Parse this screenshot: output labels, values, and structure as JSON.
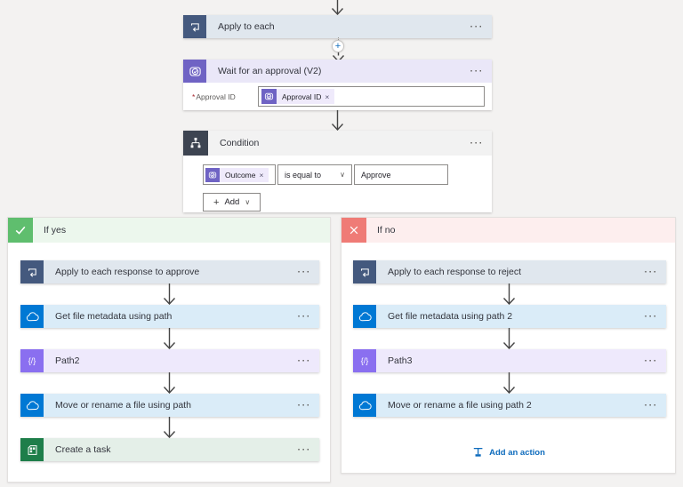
{
  "ui": {
    "ellipsis": "···",
    "plus": "+",
    "chevron": "∨",
    "close": "×",
    "required": "*"
  },
  "flow": {
    "apply_to_each": {
      "title": "Apply to each"
    },
    "wait_for_approval": {
      "title": "Wait for an approval (V2)",
      "field_label": "Approval ID",
      "token": "Approval ID"
    },
    "condition": {
      "title": "Condition",
      "operand_token": "Outcome",
      "operator": "is equal to",
      "value": "Approve",
      "add_label": "Add"
    }
  },
  "branch_yes": {
    "label": "If yes",
    "actions": [
      {
        "title": "Apply to each response to approve",
        "type": "control"
      },
      {
        "title": "Get file metadata using path",
        "type": "onedrive"
      },
      {
        "title": "Path2",
        "type": "compose"
      },
      {
        "title": "Move or rename a file using path",
        "type": "onedrive"
      },
      {
        "title": "Create a task",
        "type": "planner"
      }
    ]
  },
  "branch_no": {
    "label": "If no",
    "actions": [
      {
        "title": "Apply to each response to reject",
        "type": "control"
      },
      {
        "title": "Get file metadata using path 2",
        "type": "onedrive"
      },
      {
        "title": "Path3",
        "type": "compose"
      },
      {
        "title": "Move or rename a file using path 2",
        "type": "onedrive"
      }
    ],
    "add_action": "Add an action"
  },
  "icons": {
    "compose_glyph": "{/}"
  },
  "colors": {
    "canvas_bg": "#f3f2f1",
    "control_icon": "#44597e",
    "control_header": "#e0e7ee",
    "approvals_icon": "#6f63c4",
    "approvals_header": "#eae7f8",
    "condition_icon": "#3d4451",
    "condition_header": "#f2f2f2",
    "onedrive_icon": "#0078d4",
    "onedrive_header": "#daecf8",
    "compose_icon": "#8a6ff0",
    "compose_header": "#eee9fc",
    "planner_icon": "#1e7e4a",
    "planner_header": "#e4efe8",
    "if_yes_icon": "#5fbe6e",
    "if_yes_header": "#ecf7ed",
    "if_no_icon": "#ef7b76",
    "if_no_header": "#fdeeee",
    "token_bg": "#efeafb",
    "link_blue": "#0f6cbd",
    "arrow": "#454545"
  }
}
